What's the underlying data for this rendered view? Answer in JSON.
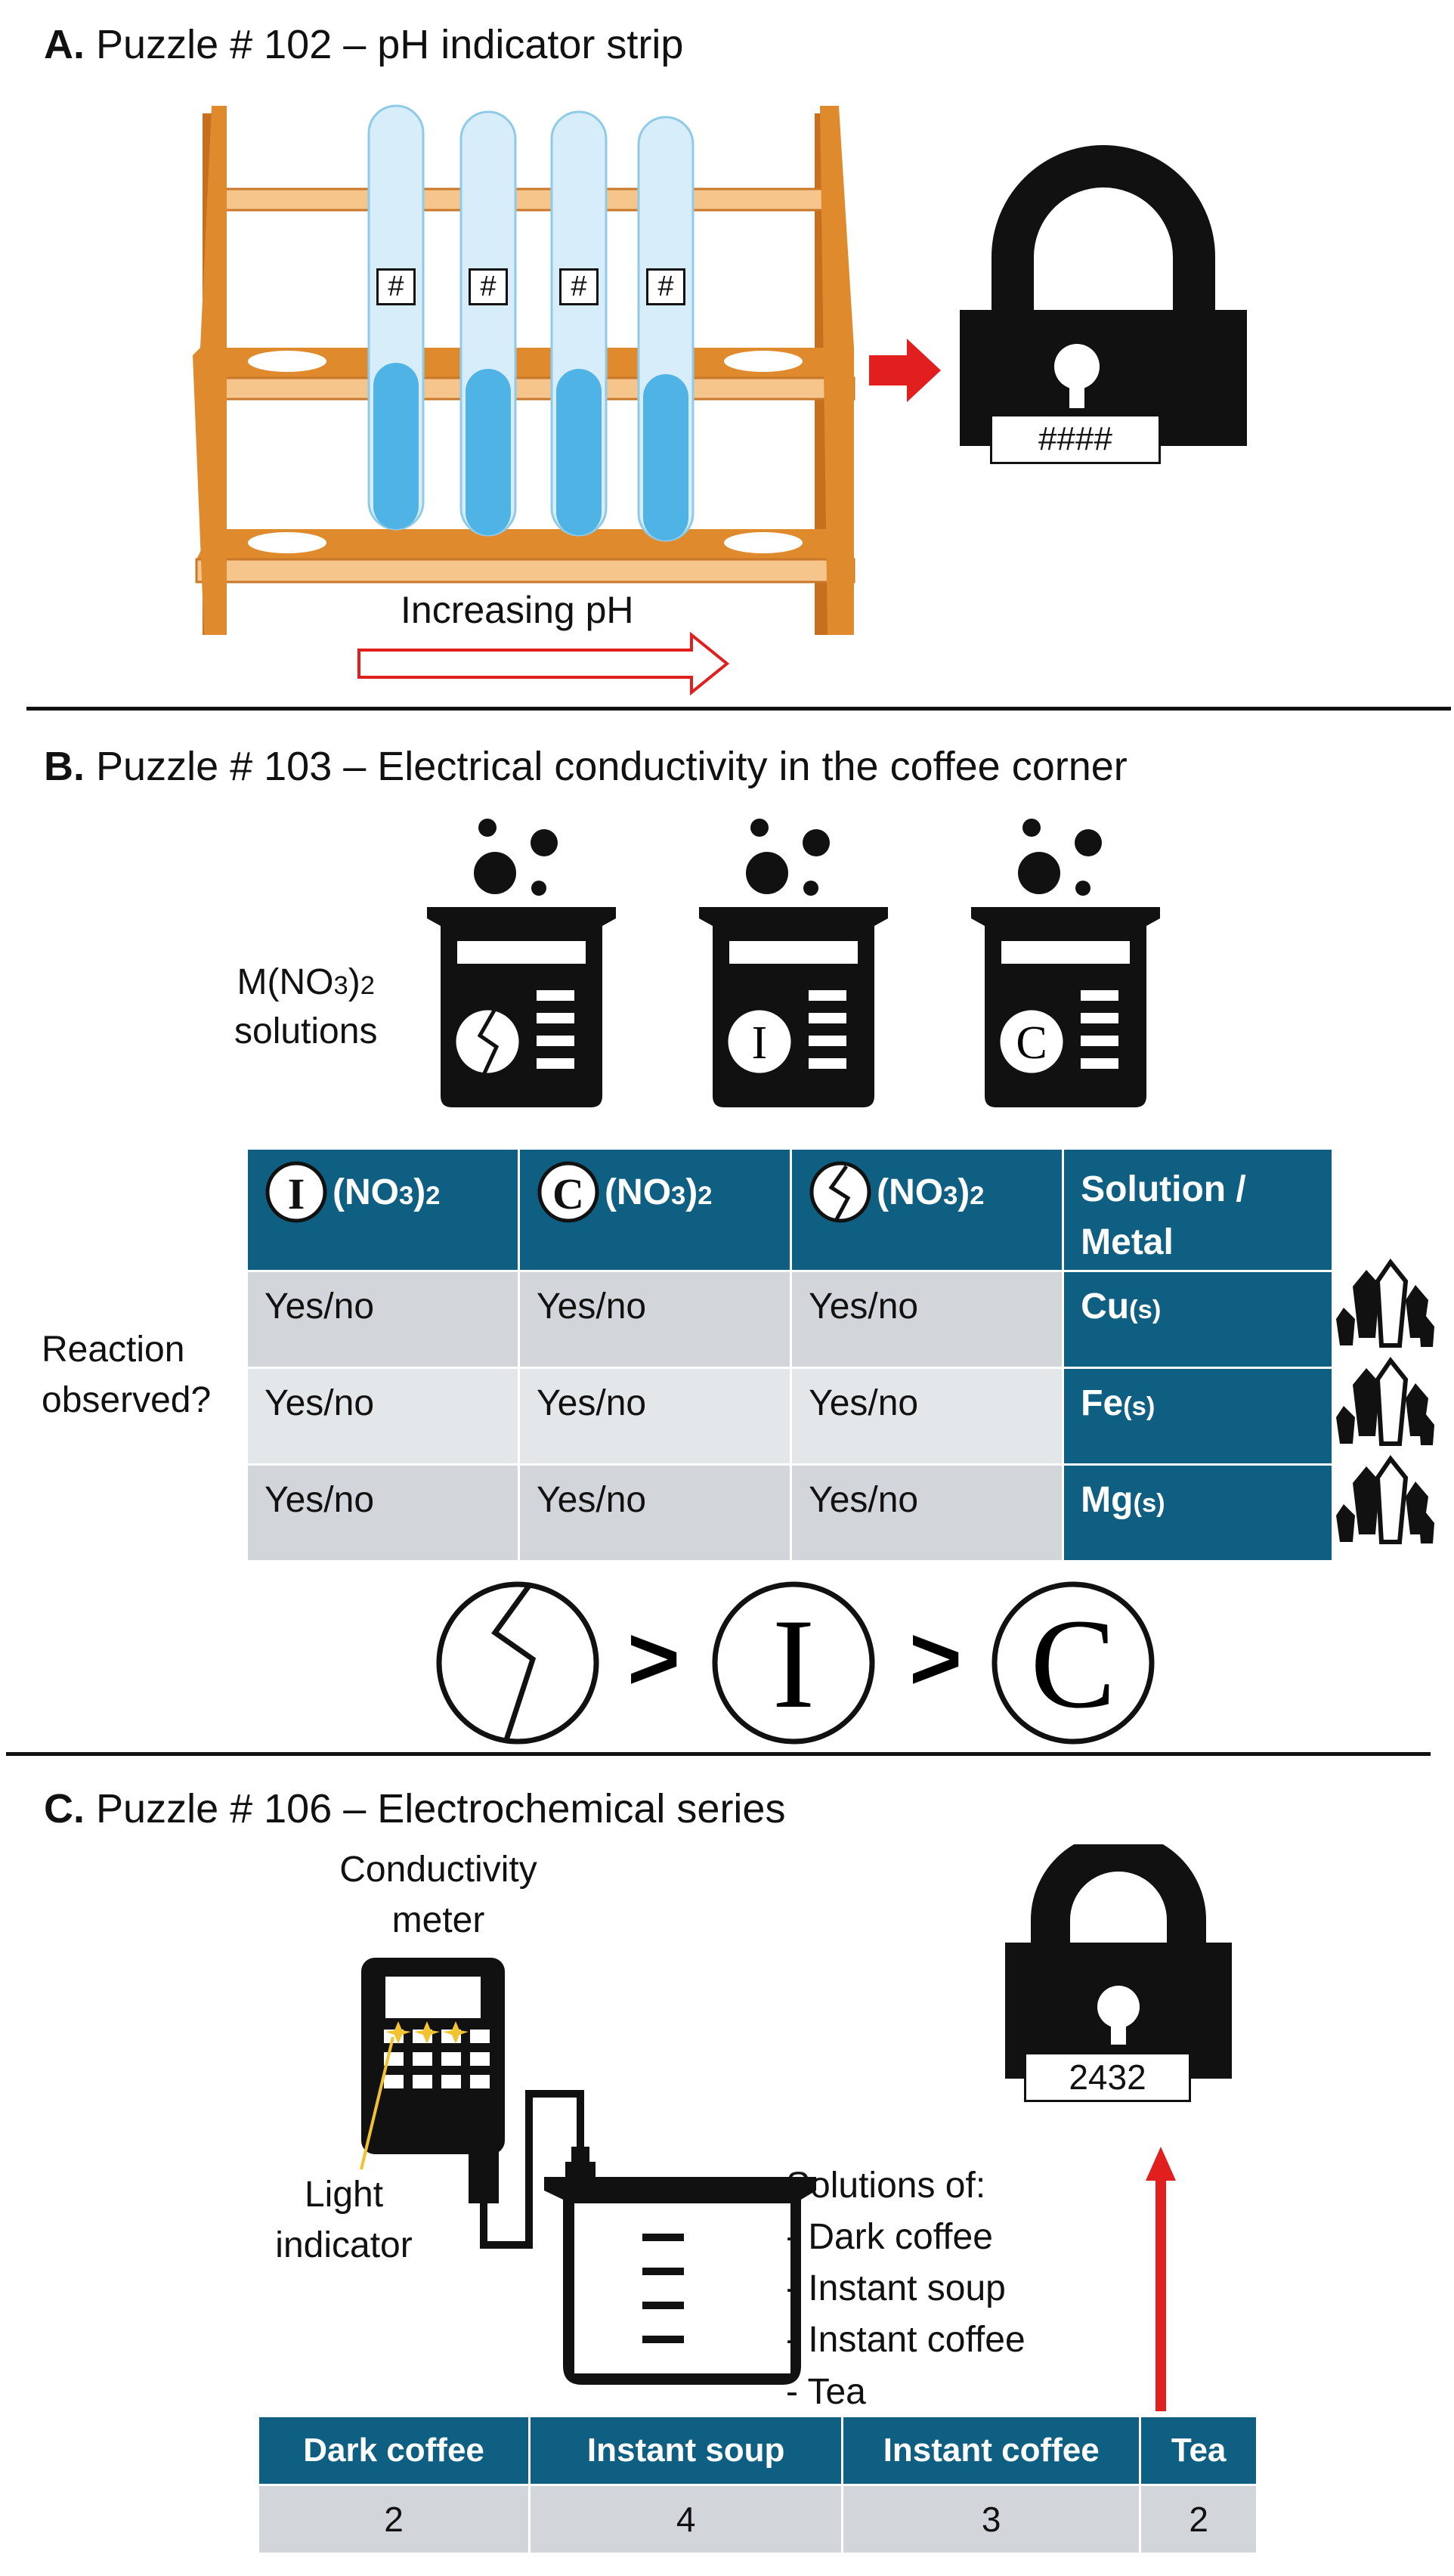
{
  "panel_a": {
    "letter": "A.",
    "title": "Puzzle # 102 – pH indicator strip",
    "tube_labels": [
      "#",
      "#",
      "#",
      "#"
    ],
    "lock_code": "####",
    "arrow_label": "Increasing pH"
  },
  "panel_b": {
    "letter": "B.",
    "title": "Puzzle # 103 – Electrical conductivity in the coffee corner",
    "solutions_label_formula": "M(NO",
    "solutions_label_sub1": "3",
    "solutions_label_close": ")",
    "solutions_label_sub2": "2",
    "solutions_label_word": "solutions",
    "beaker_symbols": [
      "",
      "I",
      "C"
    ],
    "table": {
      "columns": [
        {
          "symbol": "I",
          "nitrate": "(NO",
          "sub1": "3",
          "close": ")",
          "sub2": "2"
        },
        {
          "symbol": "C",
          "nitrate": "(NO",
          "sub1": "3",
          "close": ")",
          "sub2": "2"
        },
        {
          "symbol": "",
          "nitrate": "(NO",
          "sub1": "3",
          "close": ")",
          "sub2": "2"
        }
      ],
      "header_last": "Solution / Metal",
      "rows": [
        {
          "cells": [
            "Yes/no",
            "Yes/no",
            "Yes/no"
          ],
          "metal": "Cu",
          "state": "(s)"
        },
        {
          "cells": [
            "Yes/no",
            "Yes/no",
            "Yes/no"
          ],
          "metal": "Fe",
          "state": "(s)"
        },
        {
          "cells": [
            "Yes/no",
            "Yes/no",
            "Yes/no"
          ],
          "metal": "Mg",
          "state": "(s)"
        }
      ],
      "row_label": "Reaction observed?"
    },
    "ranking": {
      "symbols": [
        "",
        "I",
        "C"
      ],
      "operators": [
        ">",
        ">"
      ]
    }
  },
  "panel_c": {
    "letter": "C.",
    "title": "Puzzle # 106 – Electrochemical series",
    "meter_label": "Conductivity meter",
    "light_label": "Light indicator",
    "solutions_title": "Solutions of:",
    "solutions": [
      "- Dark coffee",
      "- Instant soup",
      "- Instant coffee",
      "- Tea"
    ],
    "lock_code": "2432",
    "table": {
      "headers": [
        "Dark coffee",
        "Instant soup",
        "Instant coffee",
        "Tea"
      ],
      "values": [
        "2",
        "4",
        "3",
        "2"
      ]
    }
  },
  "colors": {
    "table_header": "#0f5f82",
    "table_cell": "#d2d6da",
    "rack_wood": "#e08a2e",
    "arrow_red": "#e21f1f",
    "tube_blue": "#4fb3e6"
  },
  "icons": [
    "test-rack",
    "padlock-icon",
    "beaker-icon",
    "crystal-icon",
    "conductivity-meter-icon"
  ]
}
